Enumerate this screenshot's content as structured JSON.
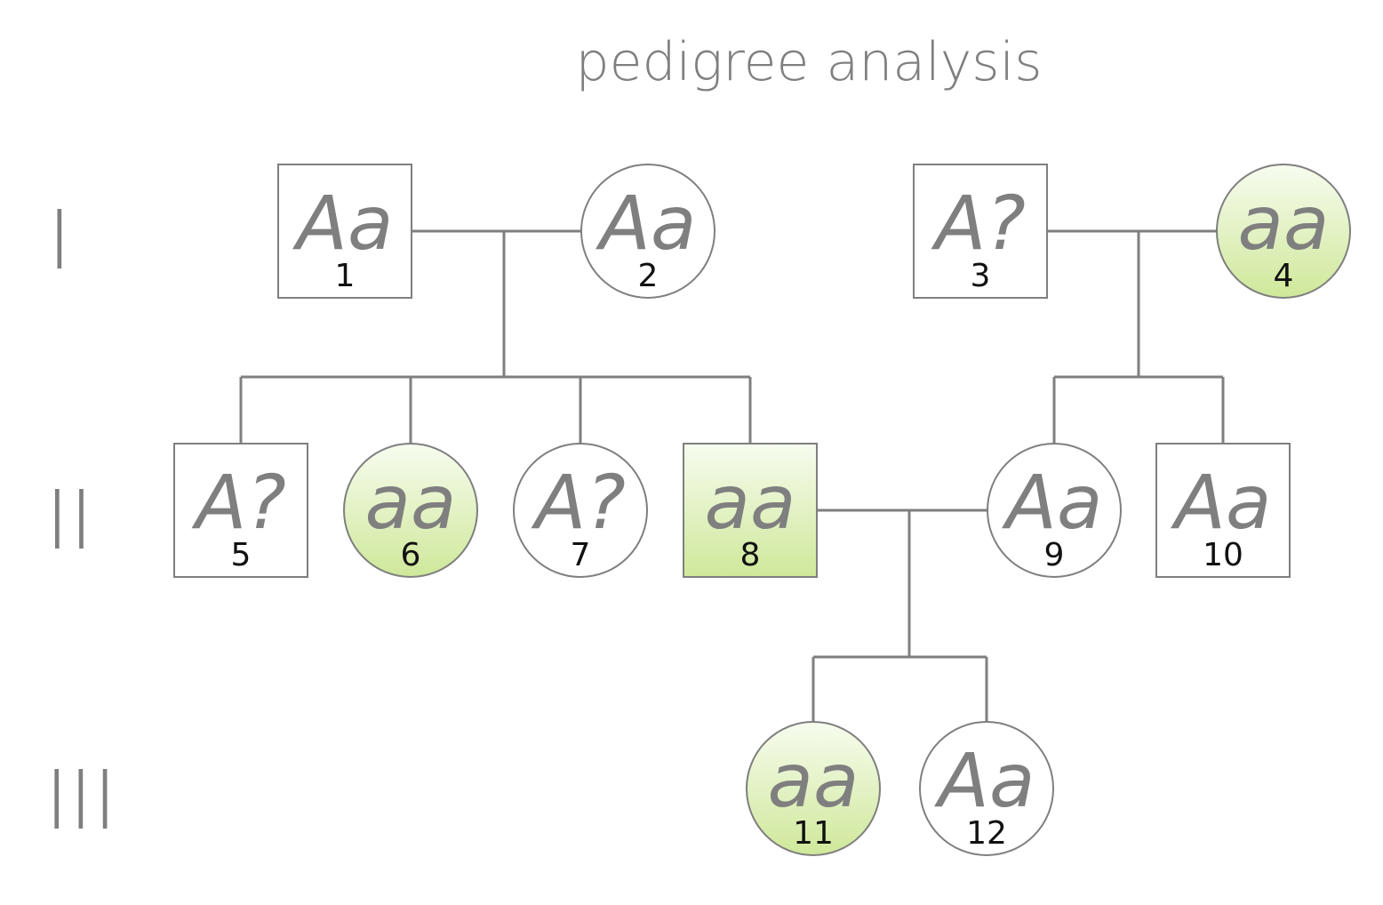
{
  "title": "pedigree analysis",
  "colors": {
    "line": "#7f7f7f",
    "unaffected": "#ffffff",
    "affected_top": "#f7fcef",
    "affected_bottom": "#cfe89a"
  },
  "generations": [
    {
      "label": "I"
    },
    {
      "label": "II"
    },
    {
      "label": "III"
    }
  ],
  "individuals": [
    {
      "id": "1",
      "sex": "male",
      "genotype": "Aa",
      "affected": false
    },
    {
      "id": "2",
      "sex": "female",
      "genotype": "Aa",
      "affected": false
    },
    {
      "id": "3",
      "sex": "male",
      "genotype": "A?",
      "affected": false
    },
    {
      "id": "4",
      "sex": "female",
      "genotype": "aa",
      "affected": true
    },
    {
      "id": "5",
      "sex": "male",
      "genotype": "A?",
      "affected": false
    },
    {
      "id": "6",
      "sex": "female",
      "genotype": "aa",
      "affected": true
    },
    {
      "id": "7",
      "sex": "female",
      "genotype": "A?",
      "affected": false
    },
    {
      "id": "8",
      "sex": "male",
      "genotype": "aa",
      "affected": true
    },
    {
      "id": "9",
      "sex": "female",
      "genotype": "Aa",
      "affected": false
    },
    {
      "id": "10",
      "sex": "male",
      "genotype": "Aa",
      "affected": false
    },
    {
      "id": "11",
      "sex": "female",
      "genotype": "aa",
      "affected": true
    },
    {
      "id": "12",
      "sex": "female",
      "genotype": "Aa",
      "affected": false
    }
  ],
  "matings": [
    {
      "parents": [
        "1",
        "2"
      ],
      "children": [
        "5",
        "6",
        "7",
        "8"
      ]
    },
    {
      "parents": [
        "3",
        "4"
      ],
      "children": [
        "9",
        "10"
      ]
    },
    {
      "parents": [
        "8",
        "9"
      ],
      "children": [
        "11",
        "12"
      ]
    }
  ]
}
